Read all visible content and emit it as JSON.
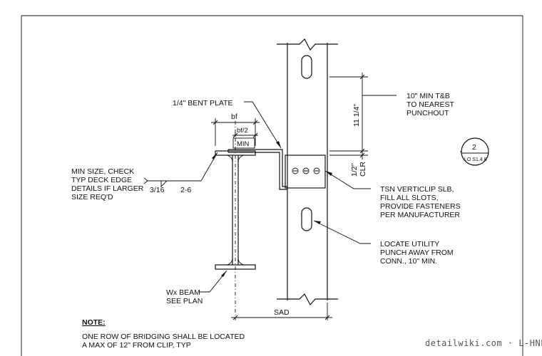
{
  "labels": {
    "bent_plate": "1/4\" BENT PLATE",
    "bf": "bf",
    "bf2": "bf/2",
    "min": "MIN",
    "min_size": [
      "MIN SIZE, CHECK",
      "TYP DECK EDGE",
      "DETAILS IF LARGER",
      "SIZE REQ'D"
    ],
    "weld_size": "3/16",
    "weld_pitch": "2-6",
    "dim_11_14": "11 1/4\"",
    "dim_12": "1/2\"",
    "dim_clr": "CLR",
    "ten_min": [
      "10\" MIN T&B",
      "TO NEAREST",
      "PUNCHOUT"
    ],
    "tsn": [
      "TSN VERTICLIP SLB,",
      "FILL ALL SLOTS,",
      "PROVIDE FASTENERS",
      "PER MANUFACTURER"
    ],
    "locate": [
      "LOCATE UTILITY",
      "PUNCH AWAY FROM",
      "CONN., 10\" MIN."
    ],
    "wx_beam": [
      "Wx BEAM",
      "SEE PLAN"
    ],
    "sad": "SAD"
  },
  "section_marker": {
    "number": "2",
    "sheet": "LO S1.4.8"
  },
  "note": {
    "title": "NOTE:",
    "lines": [
      "ONE ROW OF BRIDGING SHALL BE LOCATED",
      "A MAX OF 12\" FROM CLIP, TYP"
    ]
  },
  "watermark": "detailwiki.com · L-HNEVT"
}
